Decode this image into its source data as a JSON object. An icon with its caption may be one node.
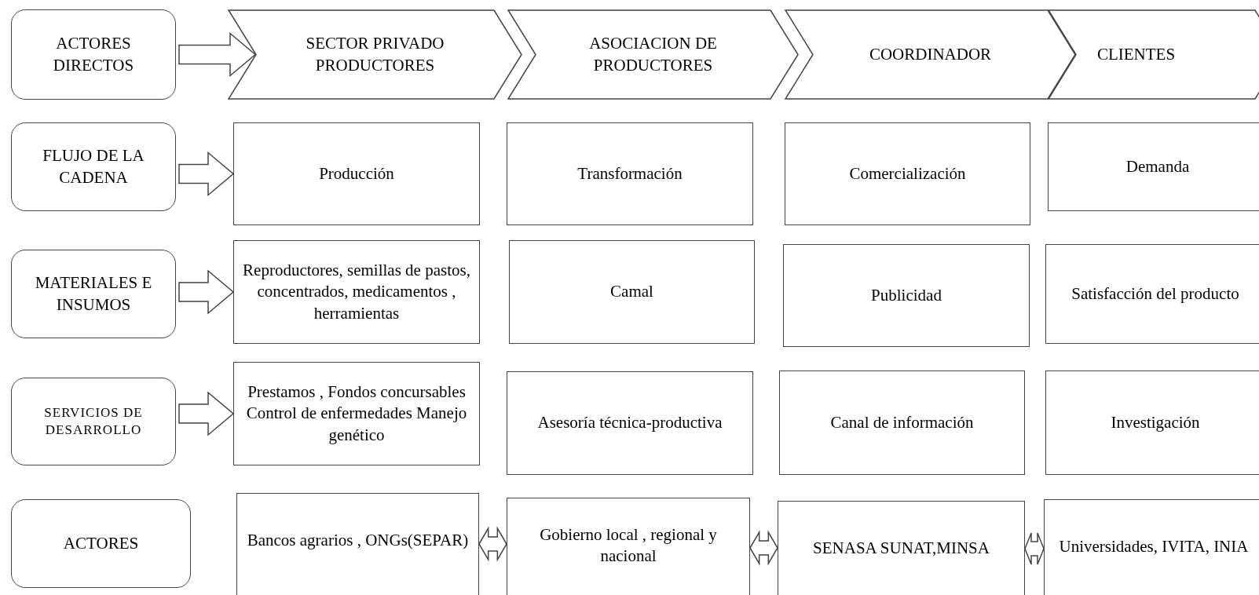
{
  "diagram": {
    "nodes": [
      {
        "text": [
          "ACTORES DIRECTOS"
        ]
      },
      {
        "text": [
          "SECTOR PRIVADO PRODUCTORES"
        ]
      },
      {
        "text": [
          "ASOCIACION DE PRODUCTORES"
        ]
      },
      {
        "text": [
          "COORDINADOR"
        ]
      },
      {
        "text": [
          "CLIENTES"
        ]
      },
      {
        "text": [
          "FLUJO DE LA CADENA"
        ]
      },
      {
        "text": [
          "Producción"
        ]
      },
      {
        "text": [
          "Transformación"
        ]
      },
      {
        "text": [
          "Comercialización"
        ]
      },
      {
        "text": [
          "Demanda"
        ]
      },
      {
        "text": [
          "MATERIALES E INSUMOS"
        ]
      },
      {
        "text": [
          "Reproductores, semillas de pastos, concentrados, medicamentos , herramientas"
        ]
      },
      {
        "text": [
          "Camal"
        ]
      },
      {
        "text": [
          "Publicidad"
        ]
      },
      {
        "text": [
          "Satisfacción del producto"
        ]
      },
      {
        "text": [
          "SERVICIOS DE DESARROLLO"
        ]
      },
      {
        "text": [
          "Prestamos , Fondos concursables Control de enfermedades Manejo genético"
        ]
      },
      {
        "text": [
          "Asesoría técnica-productiva"
        ]
      },
      {
        "text": [
          "Canal de información"
        ]
      },
      {
        "text": [
          "Investigación"
        ]
      },
      {
        "text": [
          "ACTORES"
        ]
      },
      {
        "text": [
          "Bancos agrarios , ONGs(SEPAR)"
        ]
      },
      {
        "text": [
          "Gobierno local , regional y nacional"
        ]
      },
      {
        "text": [
          "SENASA SUNAT,MINSA"
        ]
      },
      {
        "text": [
          "Universidades, IVITA, INIA"
        ]
      }
    ],
    "edges": [
      {
        "from": 0,
        "to": 1,
        "arrow": "to"
      },
      {
        "from": 5,
        "to": 6,
        "arrow": "to"
      },
      {
        "from": 10,
        "to": 11,
        "arrow": "to"
      },
      {
        "from": 15,
        "to": 16,
        "arrow": "to"
      },
      {
        "from": 21,
        "to": 22,
        "arrow": "both"
      },
      {
        "from": 22,
        "to": 23,
        "arrow": "both"
      },
      {
        "from": 23,
        "to": 24,
        "arrow": "both"
      }
    ]
  }
}
